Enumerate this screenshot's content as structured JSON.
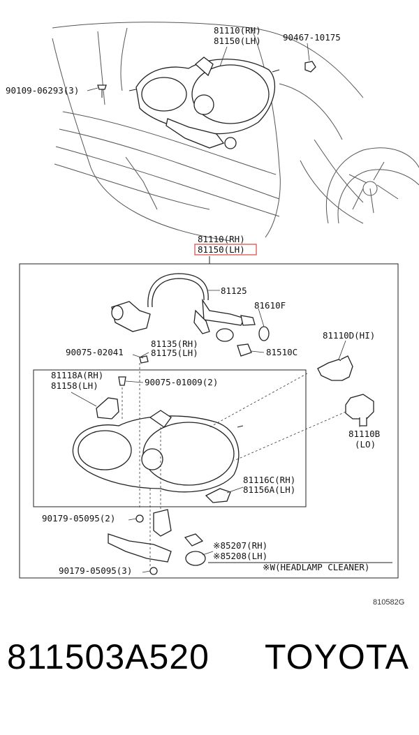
{
  "diagram": {
    "top_labels": {
      "rh": "81110(RH)",
      "lh": "81150(LH)",
      "nut": "90467-10175",
      "bolt": "90109-06293(3)"
    },
    "assembly_labels": {
      "rh": "81110(RH)",
      "lh": "81150(LH)"
    },
    "parts": {
      "p81125": "81125",
      "p81610f": "81610F",
      "p81135": "81135(RH)",
      "p81175": "81175(LH)",
      "p81510c": "81510C",
      "p90075_02041": "90075-02041",
      "p81110d": "81110D(HI)",
      "p81118a": "81118A(RH)",
      "p81158": "81158(LH)",
      "p90075_01009": "90075-01009(2)",
      "p81110b": "81110B",
      "p81110b_lo": "(LO)",
      "p81116c": "81116C(RH)",
      "p81156a": "81156A(LH)",
      "p90179_a": "90179-05095(2)",
      "p85207": "※85207(RH)",
      "p85208": "※85208(LH)",
      "p90179_b": "90179-05095(3)",
      "note": "※W(HEADLAMP CLEANER)"
    },
    "figure_code": "810582G",
    "highlight_color": "#d9534f"
  },
  "footer": {
    "part_number": "811503A520",
    "brand": "TOYOTA"
  }
}
